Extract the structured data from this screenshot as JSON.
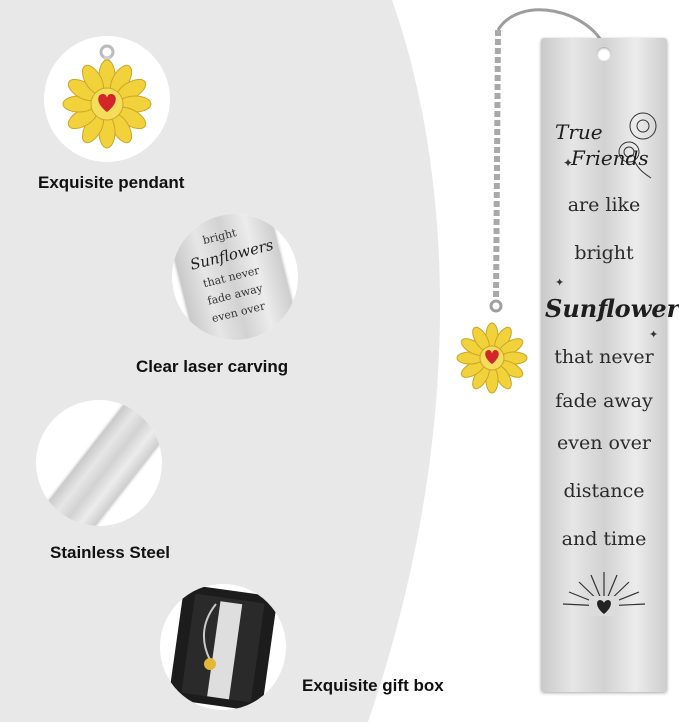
{
  "features": [
    {
      "caption": "Exquisite pendant"
    },
    {
      "caption": "Clear laser carving"
    },
    {
      "caption": "Stainless Steel"
    },
    {
      "caption": "Exquisite gift box"
    }
  ],
  "bookmark": {
    "script_line_1": "True",
    "script_line_2": "Friends",
    "lines": [
      "are like",
      "bright"
    ],
    "script_word": "Sunflowers",
    "lines_after": [
      "that never",
      "fade away",
      "even over",
      "distance",
      "and time"
    ]
  },
  "closeup_text": {
    "top": "bright",
    "script": "Sunflowers",
    "lines": [
      "that never",
      "fade away",
      "even over"
    ]
  },
  "colors": {
    "background_gray": "#e8e8e8",
    "petal_yellow": "#f2d23a",
    "heart_red": "#d2262b",
    "steel": "#dcdcdc",
    "box_black": "#1c1c1c"
  },
  "icons": [
    "sunflower-pendant-icon",
    "heart-icon",
    "sunflower-engraving-icon",
    "sunburst-icon"
  ]
}
